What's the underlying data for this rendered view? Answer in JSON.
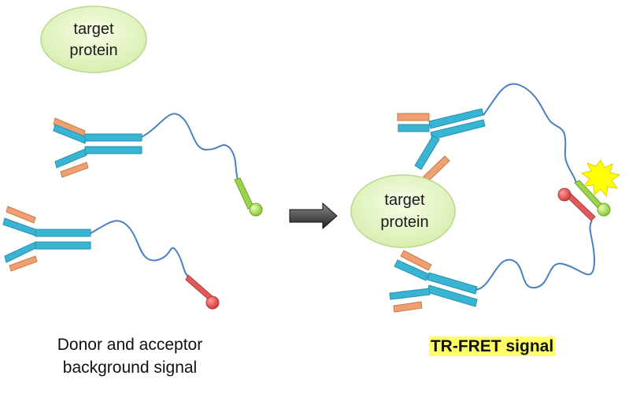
{
  "left": {
    "target_label_line1": "target",
    "target_label_line2": "protein",
    "caption_line1": "Donor and acceptor",
    "caption_line2": "background signal"
  },
  "right": {
    "target_label_line1": "target",
    "target_label_line2": "protein",
    "caption": "TR-FRET signal"
  },
  "colors": {
    "antibody_heavy": "#39b5d4",
    "antibody_light": "#f0a070",
    "linker": "#4a7fc0",
    "donor": "#e05a5a",
    "acceptor": "#9bd34a",
    "protein_fill": "#e6f5c4",
    "highlight": "#ffff66"
  }
}
